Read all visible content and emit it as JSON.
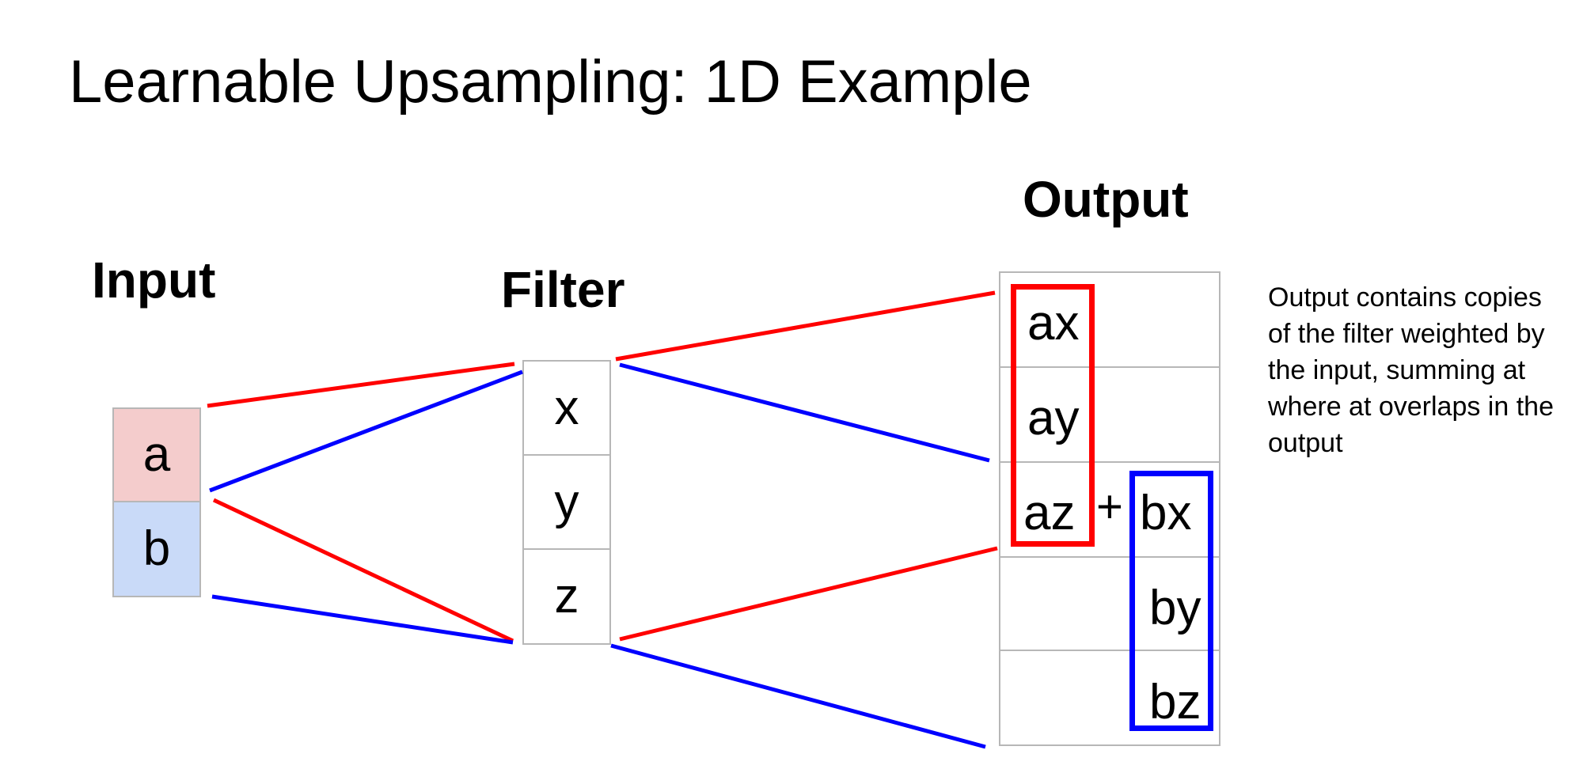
{
  "title": "Learnable Upsampling: 1D Example",
  "headings": {
    "input": "Input",
    "filter": "Filter",
    "output": "Output"
  },
  "input": [
    "a",
    "b"
  ],
  "filter": [
    "x",
    "y",
    "z"
  ],
  "output": {
    "ax": "ax",
    "ay": "ay",
    "az": "az",
    "plus": "+",
    "bx": "bx",
    "by": "by",
    "bz": "bz"
  },
  "note": "Output contains copies of the filter weighted by the input, summing at where at overlaps in the output",
  "colors": {
    "red": "#ff0000",
    "blue": "#0000ff",
    "input_a_fill": "#f4cccc",
    "input_b_fill": "#c9daf8",
    "cell_border": "#b7b7b7"
  }
}
